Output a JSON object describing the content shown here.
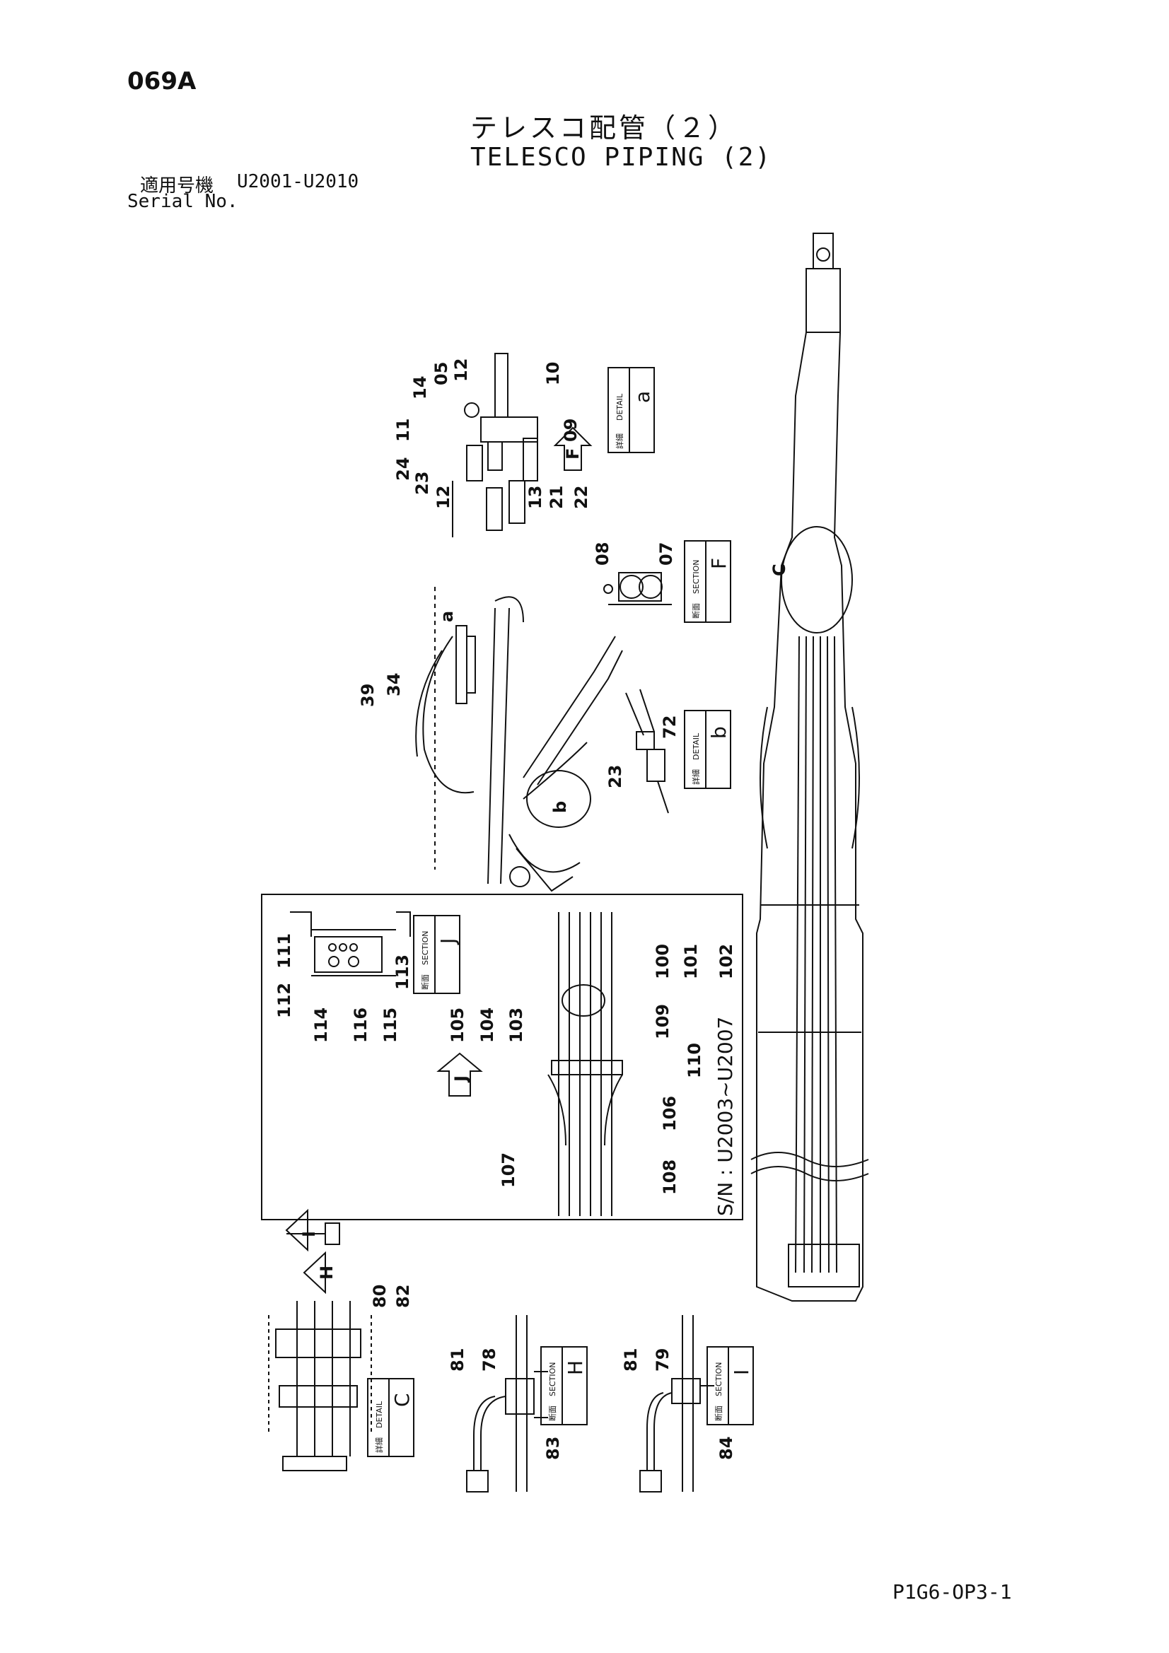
{
  "page_code": "069A",
  "title_jp": "テレスコ配管（２）",
  "title_en": "TELESCO PIPING (2)",
  "serial_jp": "適用号機",
  "serial_range": "U2001-U2010",
  "serial_en": "Serial No.",
  "doc_code": "P1G6-OP3-1",
  "detail_word_jp": "詳細",
  "section_word_jp": "断面",
  "detail_word_en": "DETAIL",
  "section_word_en": "SECTION",
  "sn_note": "S/N : U2003~U2007",
  "views": {
    "a": "a",
    "b": "b",
    "c": "C",
    "f": "F",
    "h": "H",
    "i": "I",
    "j": "J"
  },
  "arrows": {
    "f": "F",
    "h": "H",
    "i": "I",
    "j": "J"
  },
  "callouts": {
    "detail_a": [
      "14",
      "05",
      "12",
      "10",
      "11",
      "09",
      "24",
      "23",
      "12",
      "13",
      "21",
      "22"
    ],
    "section_f": [
      "08",
      "07"
    ],
    "main_left": [
      "39",
      "34"
    ],
    "detail_b": [
      "72",
      "23"
    ],
    "section_j": [
      "111",
      "112",
      "114",
      "116",
      "115",
      "113"
    ],
    "inset_j": [
      "100",
      "101",
      "102",
      "105",
      "104",
      "103",
      "109",
      "110",
      "106",
      "107",
      "108"
    ],
    "detail_c": [
      "80",
      "82"
    ],
    "section_h": [
      "81",
      "78",
      "83"
    ],
    "section_i": [
      "81",
      "79",
      "84"
    ]
  }
}
